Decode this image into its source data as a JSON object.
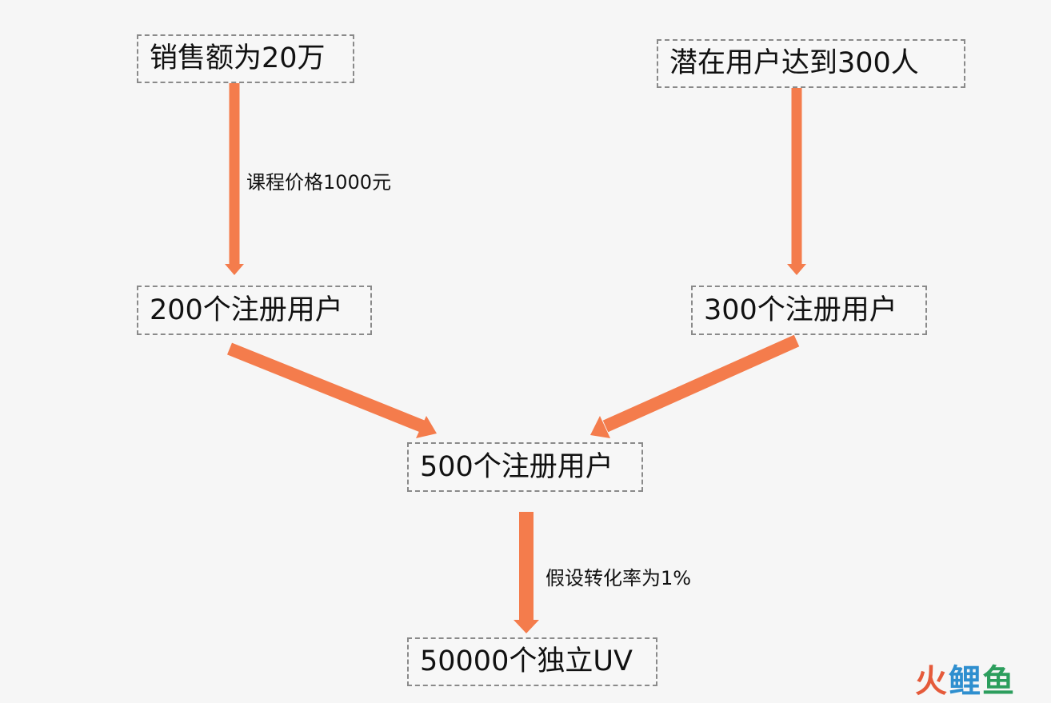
{
  "nodes": {
    "sales": "销售额为20万",
    "potential_users": "潜在用户达到300人",
    "registered_200": "200个注册用户",
    "registered_300": "300个注册用户",
    "registered_500": "500个注册用户",
    "unique_uv": "50000个独立UV"
  },
  "edge_labels": {
    "course_price": "课程价格1000元",
    "conversion": "假设转化率为1%"
  },
  "watermark": {
    "char1": "火",
    "char2": "鲤",
    "char3": "鱼"
  },
  "colors": {
    "arrow": "#f47c4c",
    "node_border": "#8a8a8a",
    "background": "#f6f6f6"
  }
}
